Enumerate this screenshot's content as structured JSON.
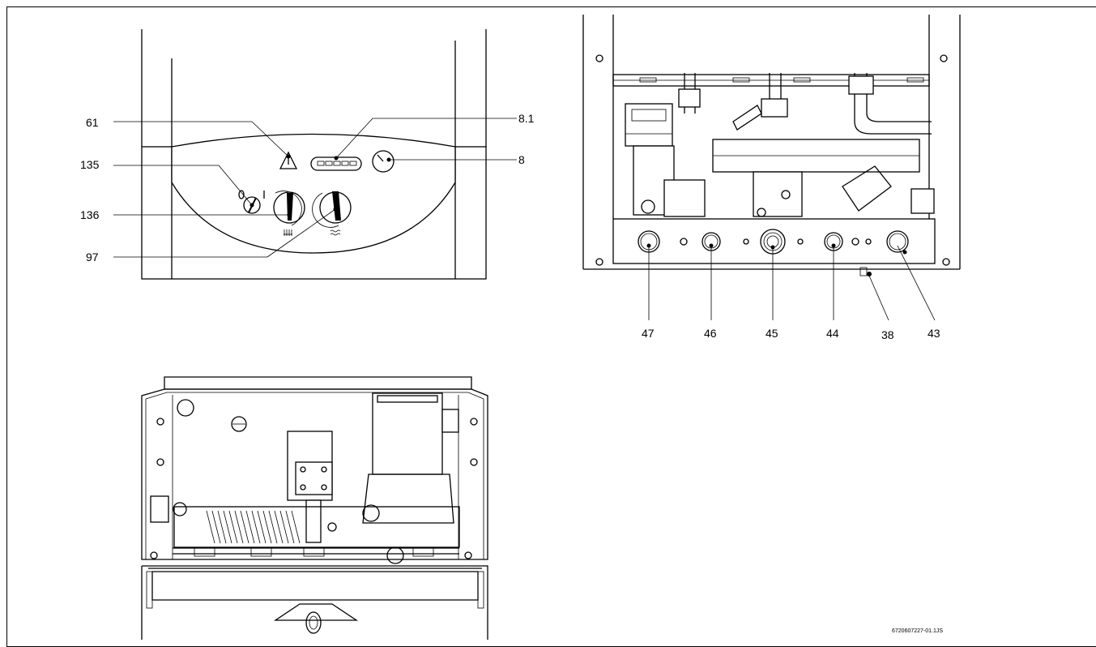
{
  "panel1": {
    "callouts": {
      "c61": "61",
      "c135": "135",
      "c136": "136",
      "c97": "97",
      "c81": "8.1",
      "c8": "8"
    }
  },
  "panel2": {
    "callouts": {
      "c47": "47",
      "c46": "46",
      "c45": "45",
      "c44": "44",
      "c38": "38",
      "c43": "43"
    }
  },
  "figure_code": "6720607227-01.1JS",
  "icons": [
    "warning-triangle-icon",
    "radiator-icon",
    "hot-water-icon",
    "power-switch-icon",
    "pressure-gauge-icon"
  ]
}
